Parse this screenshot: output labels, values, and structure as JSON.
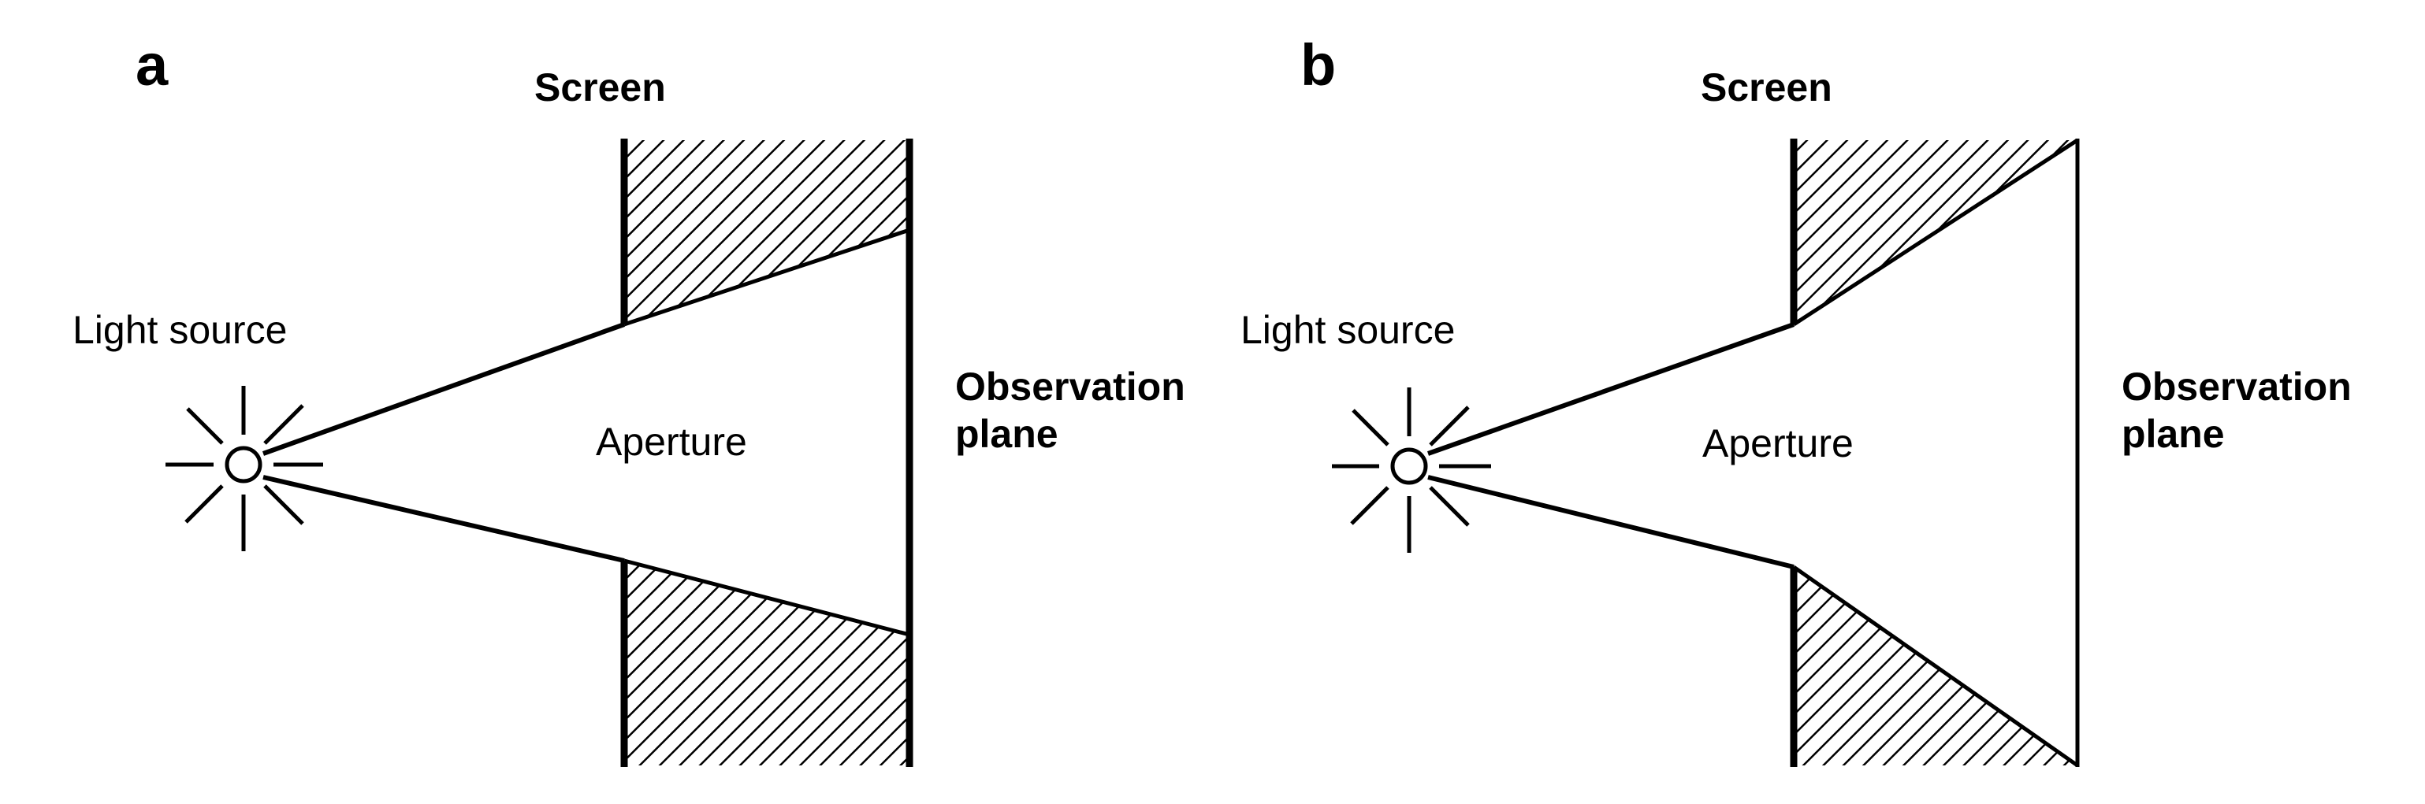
{
  "panels": [
    {
      "letter": "a",
      "labels": {
        "screen": "Screen",
        "light_source": "Light source",
        "aperture": "Aperture",
        "observation_line1": "Observation",
        "observation_line2": "plane"
      }
    },
    {
      "letter": "b",
      "labels": {
        "screen": "Screen",
        "light_source": "Light source",
        "aperture": "Aperture",
        "observation_line1": "Observation",
        "observation_line2": "plane"
      }
    }
  ],
  "colors": {
    "ink": "#000000",
    "background": "#ffffff"
  }
}
